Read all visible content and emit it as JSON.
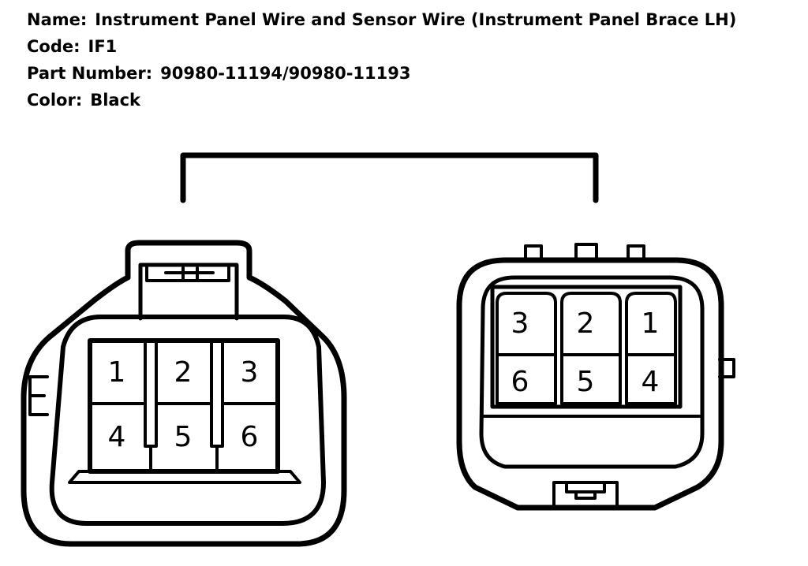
{
  "header": {
    "name_label": "Name:",
    "name_value": "Instrument Panel Wire and Sensor Wire (Instrument Panel Brace LH)",
    "code_label": "Code:",
    "code_value": "IF1",
    "part_label": "Part Number:",
    "part_value": "90980-11194/90980-11193",
    "color_label": "Color:",
    "color_value": "Black"
  },
  "left_connector": {
    "pins": [
      "1",
      "2",
      "3",
      "4",
      "5",
      "6"
    ]
  },
  "right_connector": {
    "pins": [
      "3",
      "2",
      "1",
      "6",
      "5",
      "4"
    ]
  },
  "colors": {
    "line": "#000000",
    "background": "#ffffff"
  }
}
